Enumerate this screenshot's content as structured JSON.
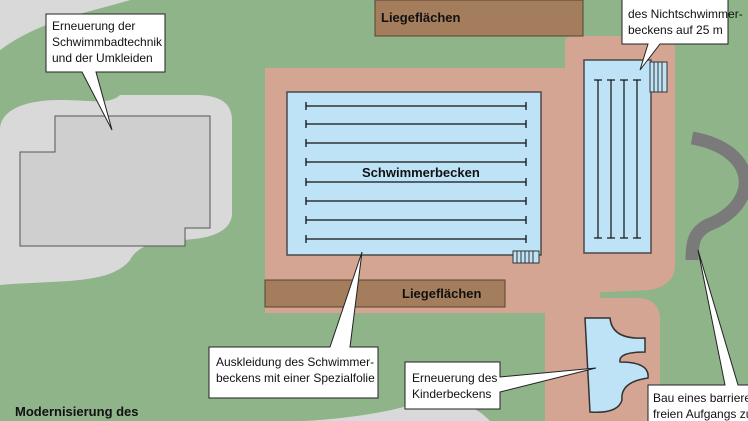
{
  "colors": {
    "background": "#d9d9d9",
    "grass": "#8fb48a",
    "paving": "#d4a593",
    "lawn_beds": "#a47d5c",
    "pool_water": "#bfe3f6",
    "building": "#cfcfcf",
    "path": "#7a7a7a"
  },
  "title": "Modernisierung des",
  "areas": {
    "liegeflaechen_top": "Liegeflächen",
    "liegeflaechen_bottom": "Liegeflächen",
    "schwimmerbecken": "Schwimmerbecken"
  },
  "callouts": {
    "technik": [
      "Erneuerung der",
      "Schwimmbadtechnik",
      "und der Umkleiden"
    ],
    "nichtschwimmer": [
      "des Nichtschwimmer-",
      "beckens auf 25 m"
    ],
    "spezialfolie": [
      "Auskleidung des Schwimmer-",
      "beckens mit einer Spezialfolie"
    ],
    "kinderbecken": [
      "Erneuerung des",
      "Kinderbeckens"
    ],
    "barrierefrei": [
      "Bau eines barriere-",
      "freien Aufgangs zum"
    ]
  }
}
